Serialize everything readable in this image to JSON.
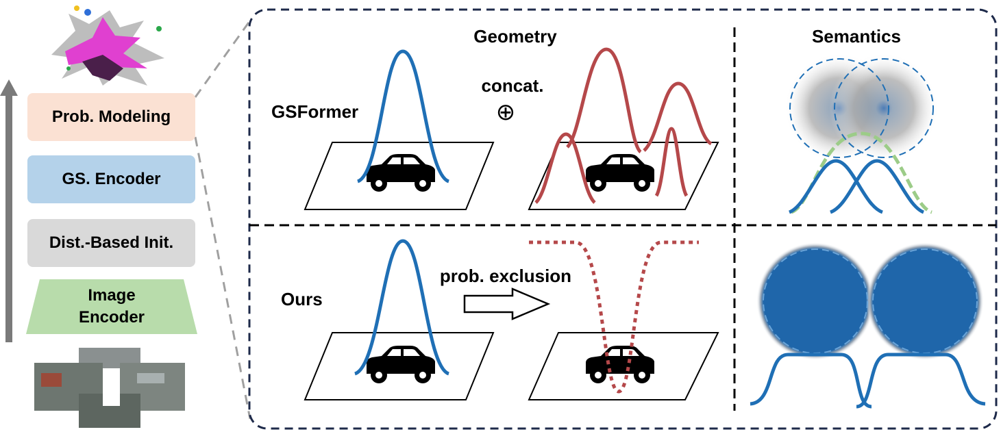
{
  "left_pipeline": {
    "prob_modeling": "Prob. Modeling",
    "gs_encoder": "GS. Encoder",
    "dist_init": "Dist.-Based Init.",
    "image_encoder": "Image Encoder"
  },
  "panel": {
    "geometry_title": "Geometry",
    "semantics_title": "Semantics",
    "gsformer_label": "GSFormer",
    "ours_label": "Ours",
    "concat_label": "concat.",
    "concat_symbol": "⊕",
    "exclusion_label": "prob. exclusion"
  },
  "colors": {
    "blue": "#1f6fb5",
    "red": "#b5484a",
    "green": "#9ccc88",
    "navy": "#1e2a4a"
  },
  "icons": [
    "car-icon",
    "arrow-right-icon",
    "point-cloud-icon",
    "camera-images-icon"
  ]
}
